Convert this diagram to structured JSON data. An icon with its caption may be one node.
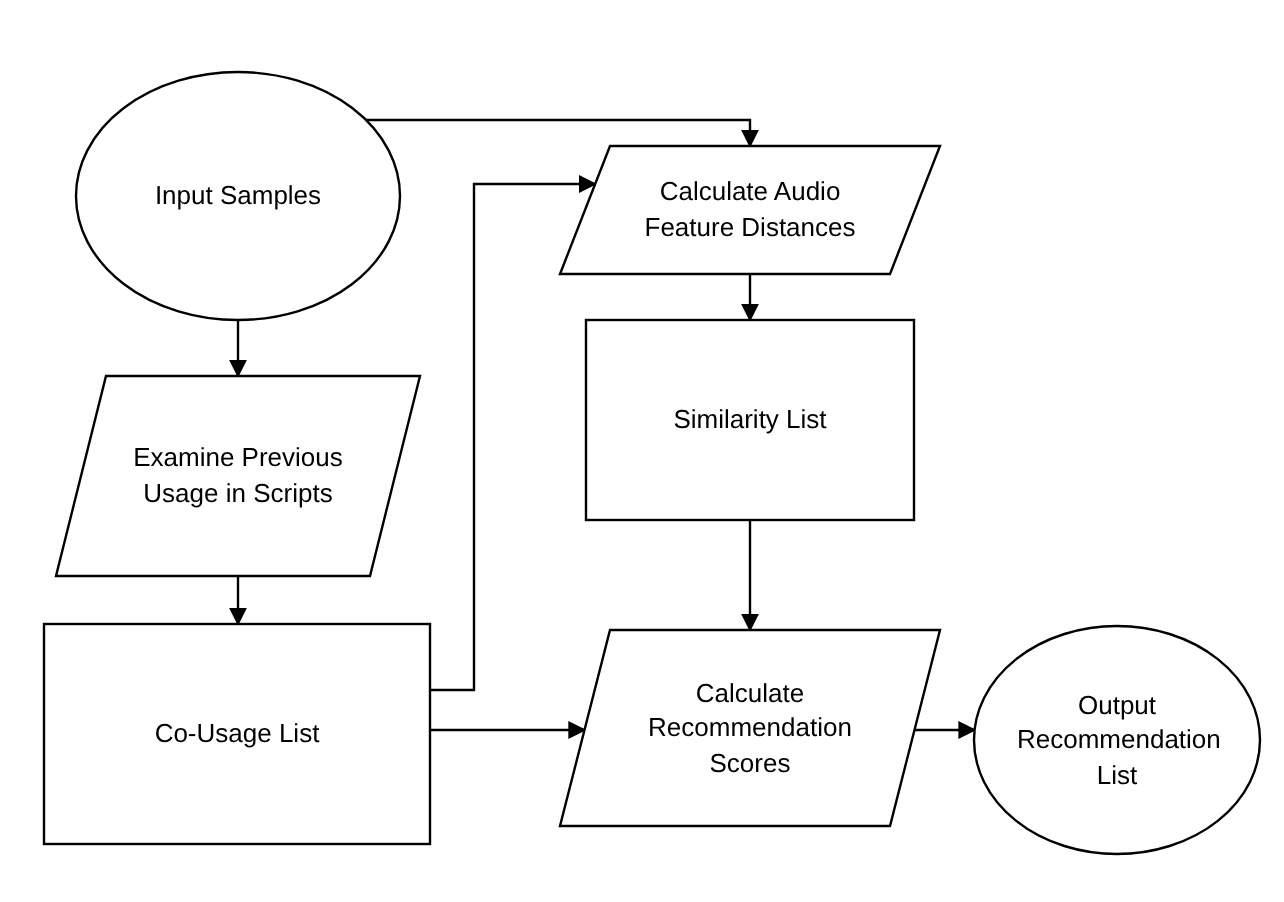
{
  "diagram": {
    "nodes": [
      {
        "text": [
          "Input Samples"
        ]
      },
      {
        "text": [
          "Examine Previous Usage in Scripts"
        ]
      },
      {
        "text": [
          "Co-Usage List"
        ]
      },
      {
        "text": [
          "Calculate Audio Feature Distances"
        ]
      },
      {
        "text": [
          "Similarity List"
        ]
      },
      {
        "text": [
          "Calculate Recommendation Scores"
        ]
      },
      {
        "text": [
          "Output Recommendation List"
        ]
      }
    ],
    "edges": [
      {
        "from": 0,
        "to": 3,
        "arrow": "to"
      },
      {
        "from": 0,
        "to": 1,
        "arrow": "to"
      },
      {
        "from": 1,
        "to": 2,
        "arrow": "to"
      },
      {
        "from": 2,
        "to": 3,
        "arrow": "to"
      },
      {
        "from": 3,
        "to": 4,
        "arrow": "to"
      },
      {
        "from": 4,
        "to": 5,
        "arrow": "to"
      },
      {
        "from": 2,
        "to": 5,
        "arrow": "to"
      },
      {
        "from": 5,
        "to": 6,
        "arrow": "to"
      }
    ]
  }
}
